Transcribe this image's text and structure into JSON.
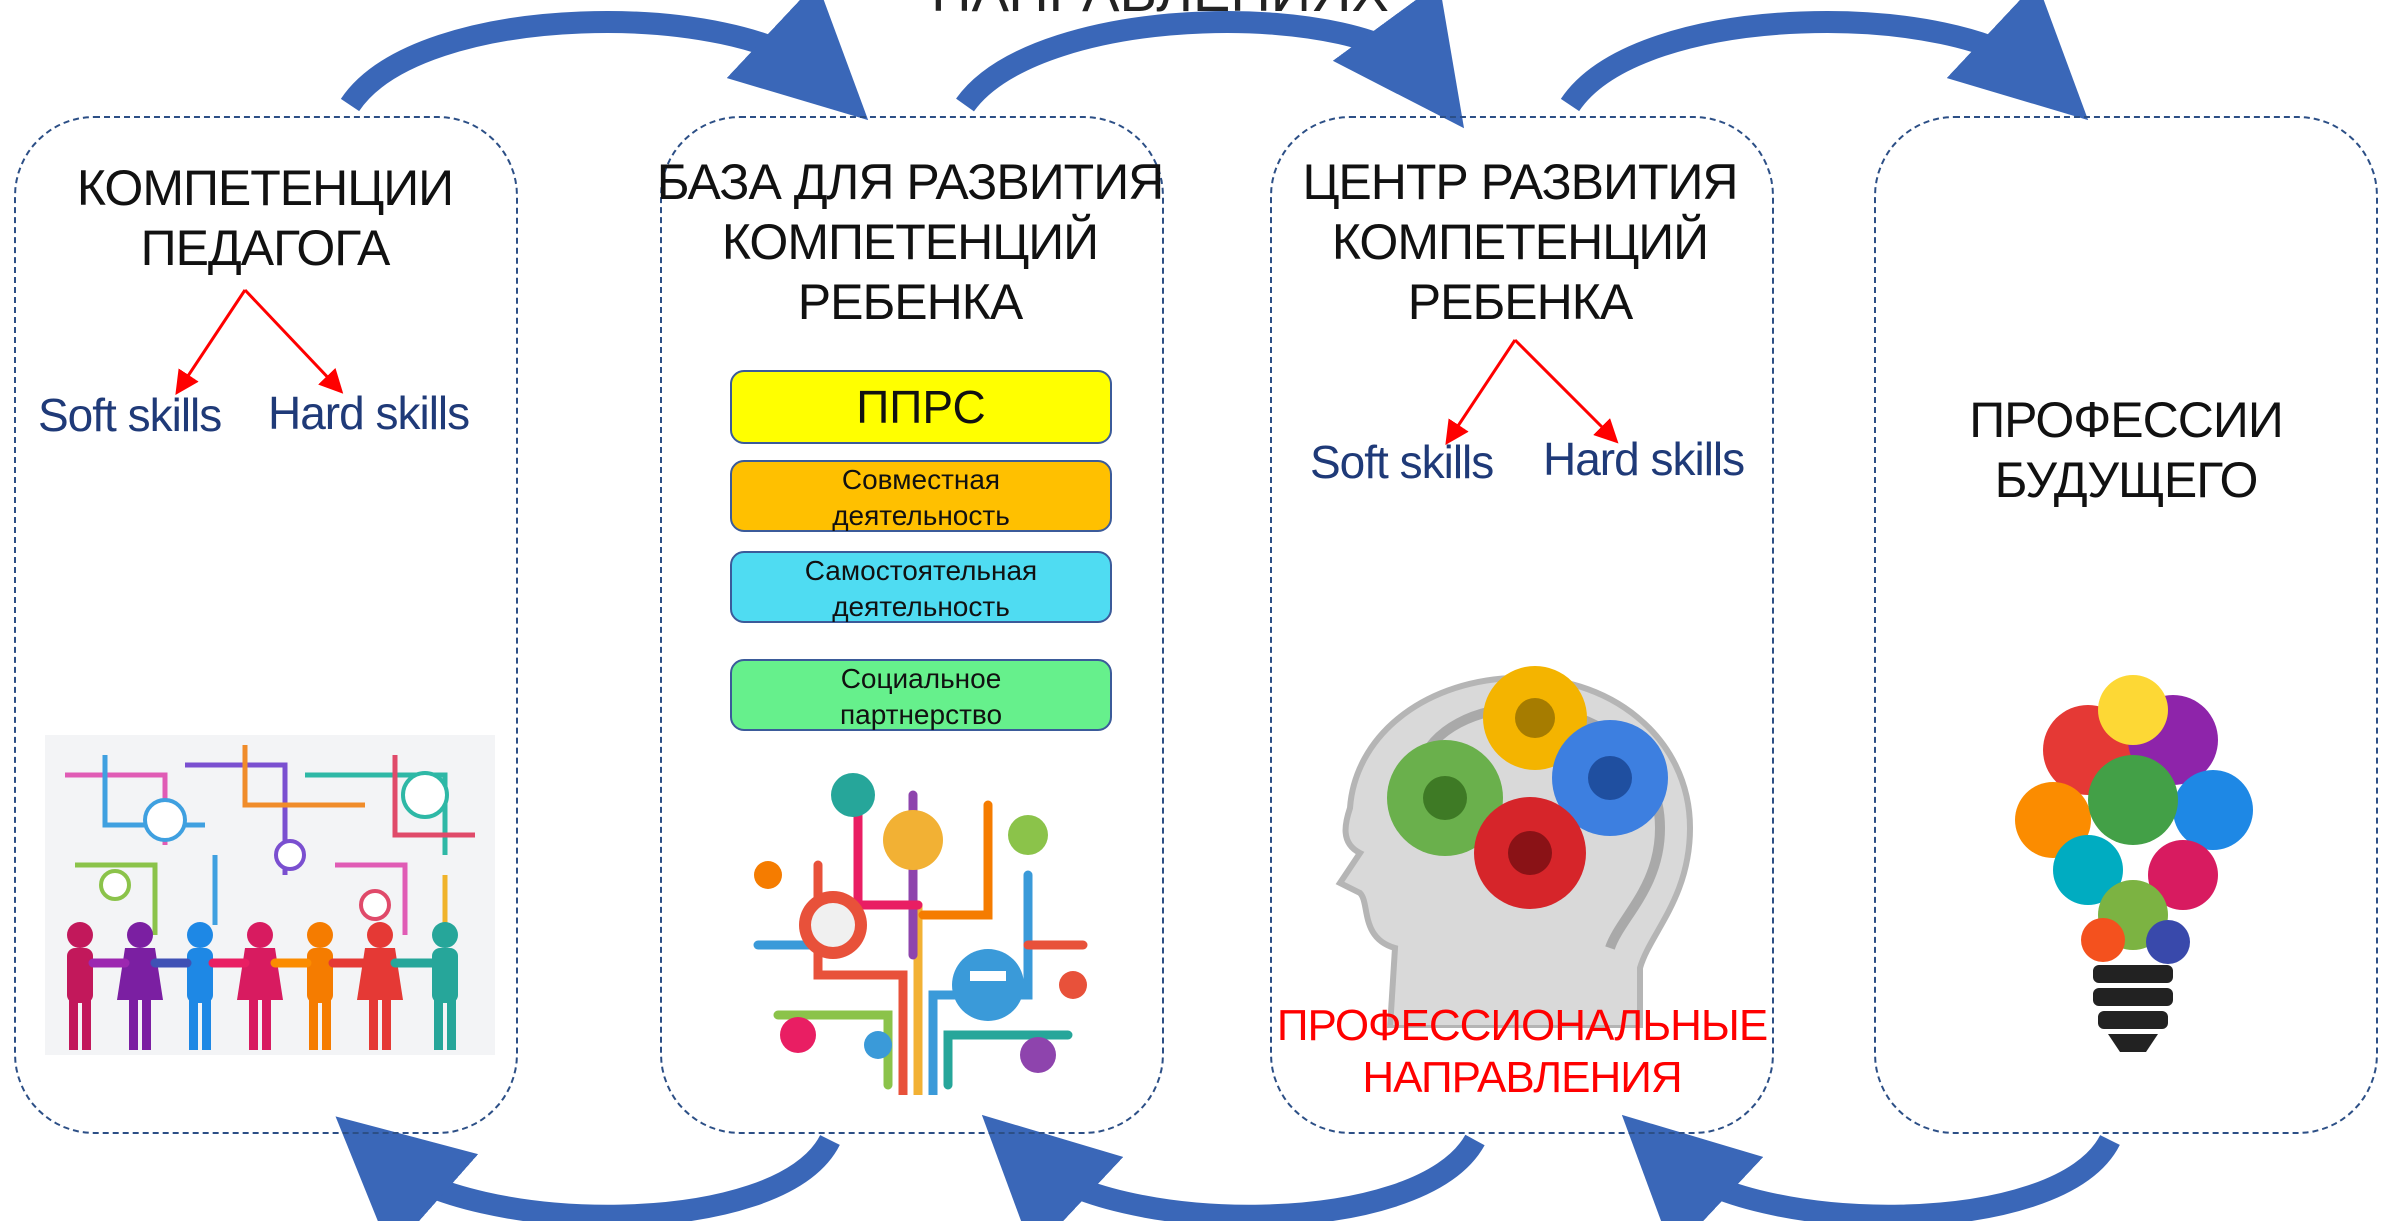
{
  "header": {
    "title": "НАПРАВЛЕНИЯХ"
  },
  "panels": [
    {
      "title_line1": "КОМПЕТЕНЦИИ",
      "title_line2": "ПЕДАГОГА",
      "soft": "Soft skills",
      "hard": "Hard skills"
    },
    {
      "title_line1": "БАЗА ДЛЯ РАЗВИТИЯ",
      "title_line2": "КОМПЕТЕНЦИЙ",
      "title_line3": "РЕБЕНКА"
    },
    {
      "title_line1": "ЦЕНТР РАЗВИТИЯ",
      "title_line2": "КОМПЕТЕНЦИЙ",
      "title_line3": "РЕБЕНКА",
      "soft": "Soft skills",
      "hard": "Hard skills",
      "footer_line1": "ПРОФЕССИОНАЛЬНЫЕ",
      "footer_line2": "НАПРАВЛЕНИЯ"
    },
    {
      "title_line1": "ПРОФЕССИИ",
      "title_line2": "БУДУЩЕГО"
    }
  ],
  "activities": [
    {
      "line1": "ППРС",
      "color": "#ffff00"
    },
    {
      "line1": "Совместная",
      "line2": "деятельность",
      "color": "#ffc000"
    },
    {
      "line1": "Самостоятельная",
      "line2": "деятельность",
      "color": "#4fdcf2"
    },
    {
      "line1": "Социальное",
      "line2": "партнерство",
      "color": "#66f08c"
    }
  ],
  "colors": {
    "panel_border": "#2c4f86",
    "arrow": "#3a67b8",
    "skill_text": "#1f3a78",
    "branch_arrow": "#ff0000",
    "footer_text": "#ff0000"
  },
  "icons": [
    "people-network-image",
    "education-tree-image",
    "head-gears-image",
    "lightbulb-icons-image"
  ]
}
